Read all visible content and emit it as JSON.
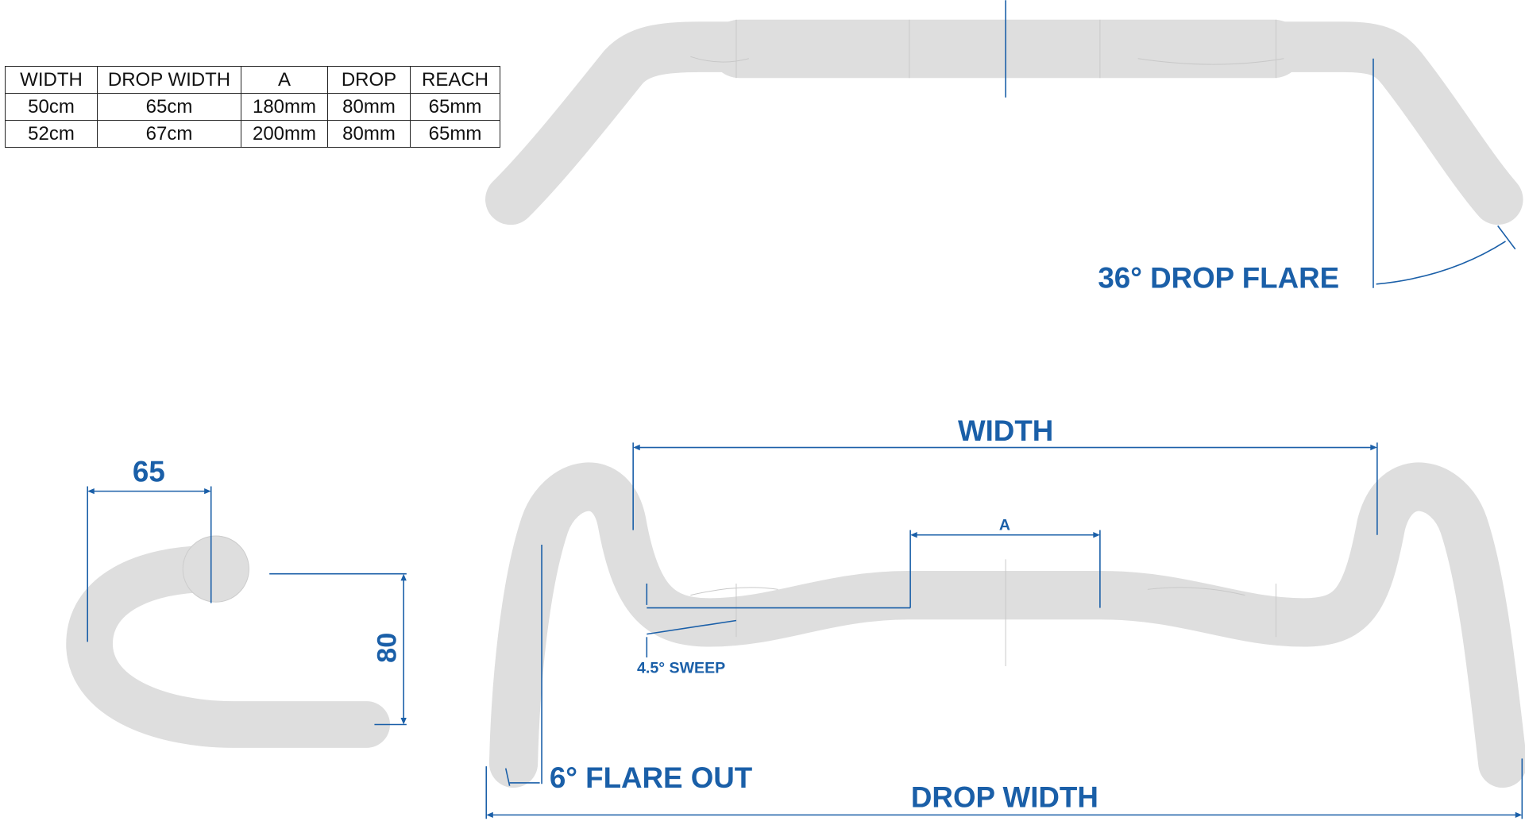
{
  "spec_table": {
    "headers": [
      "WIDTH",
      "DROP WIDTH",
      "A",
      "DROP",
      "REACH"
    ],
    "rows": [
      [
        "50cm",
        "65cm",
        "180mm",
        "80mm",
        "65mm"
      ],
      [
        "52cm",
        "67cm",
        "200mm",
        "80mm",
        "65mm"
      ]
    ]
  },
  "labels": {
    "drop_flare": "36° DROP FLARE",
    "width": "WIDTH",
    "a": "A",
    "sweep": "4.5° SWEEP",
    "flare_out": "6° FLARE OUT",
    "drop_width": "DROP WIDTH",
    "reach": "65",
    "drop": "80"
  },
  "colors": {
    "accent": "#1a5fa8",
    "bar": "#dedede"
  }
}
